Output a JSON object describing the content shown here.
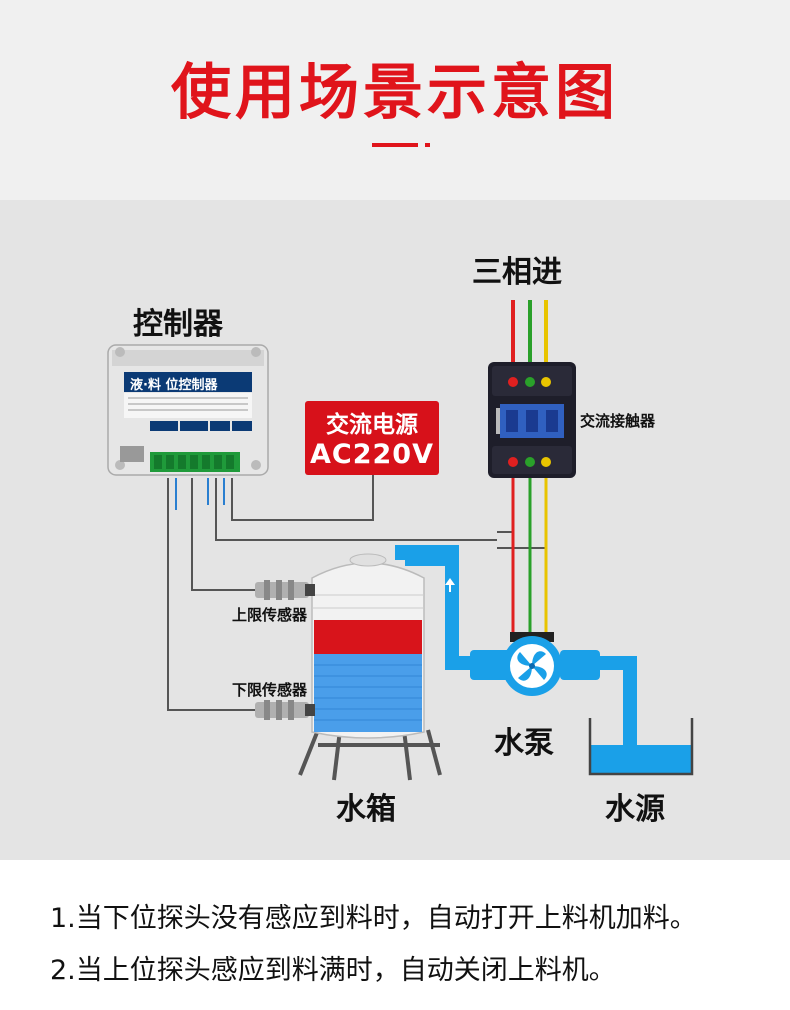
{
  "title": "使用场景示意图",
  "labels": {
    "controller": "控制器",
    "three_phase": "三相进",
    "power_line1": "交流电源",
    "power_line2": "AC220V",
    "contactor": "交流接触器",
    "upper_sensor": "上限传感器",
    "lower_sensor": "下限传感器",
    "pump": "水泵",
    "tank": "水箱",
    "source": "水源"
  },
  "controller_device": {
    "panel_title": "液·料 位控制器"
  },
  "notes": [
    "1.当下位探头没有感应到料时，自动打开上料机加料。",
    "2.当上位探头感应到料满时，自动关闭上料机。"
  ],
  "colors": {
    "accent": "#e0141b",
    "water": "#1aa0e8",
    "wire_red": "#e02020",
    "wire_green": "#2aa02a",
    "wire_yellow": "#e8c400"
  }
}
